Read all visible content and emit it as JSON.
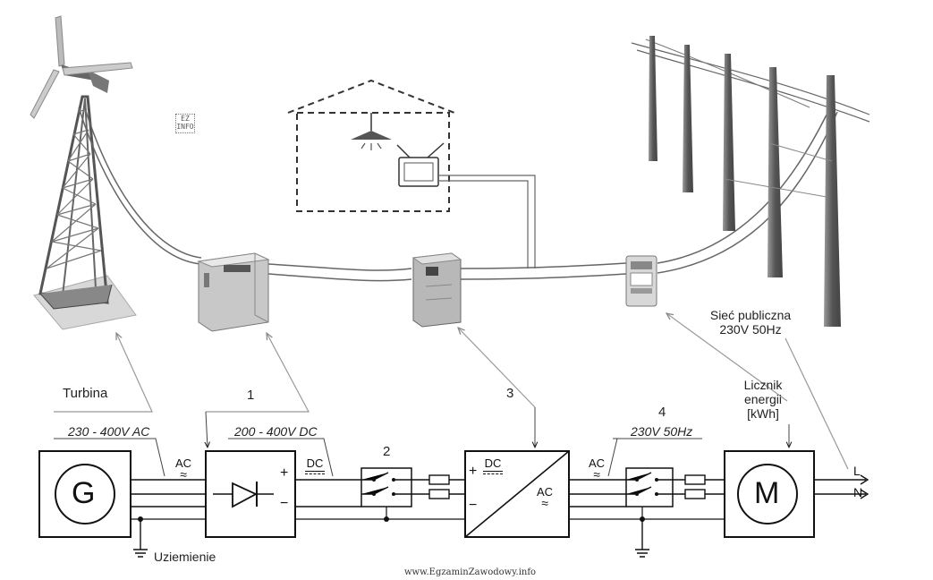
{
  "labels": {
    "turbine": "Turbina",
    "num1": "1",
    "num2": "2",
    "num3": "3",
    "num4": "4",
    "v_ac_in": "230 - 400V AC",
    "v_dc": "200 - 400V DC",
    "v_ac_out": "230V 50Hz",
    "grid_line1": "Sieć publiczna",
    "grid_line2": "230V 50Hz",
    "meter_line1": "Licznik",
    "meter_line2": "energii",
    "meter_line3": "[kWh]",
    "ground": "Uziemienie",
    "G": "G",
    "M": "M",
    "L": "L",
    "N": "N",
    "plus1": "+",
    "minus1": "−",
    "plus2": "+",
    "minus2": "−"
  },
  "symbols": {
    "ac1": "AC",
    "dc1": "DC",
    "inv_dc": "DC",
    "inv_ac": "AC",
    "ac2": "AC"
  },
  "watermark": "www.EgzaminZawodowy.info",
  "logo_text": "EZ INFO"
}
